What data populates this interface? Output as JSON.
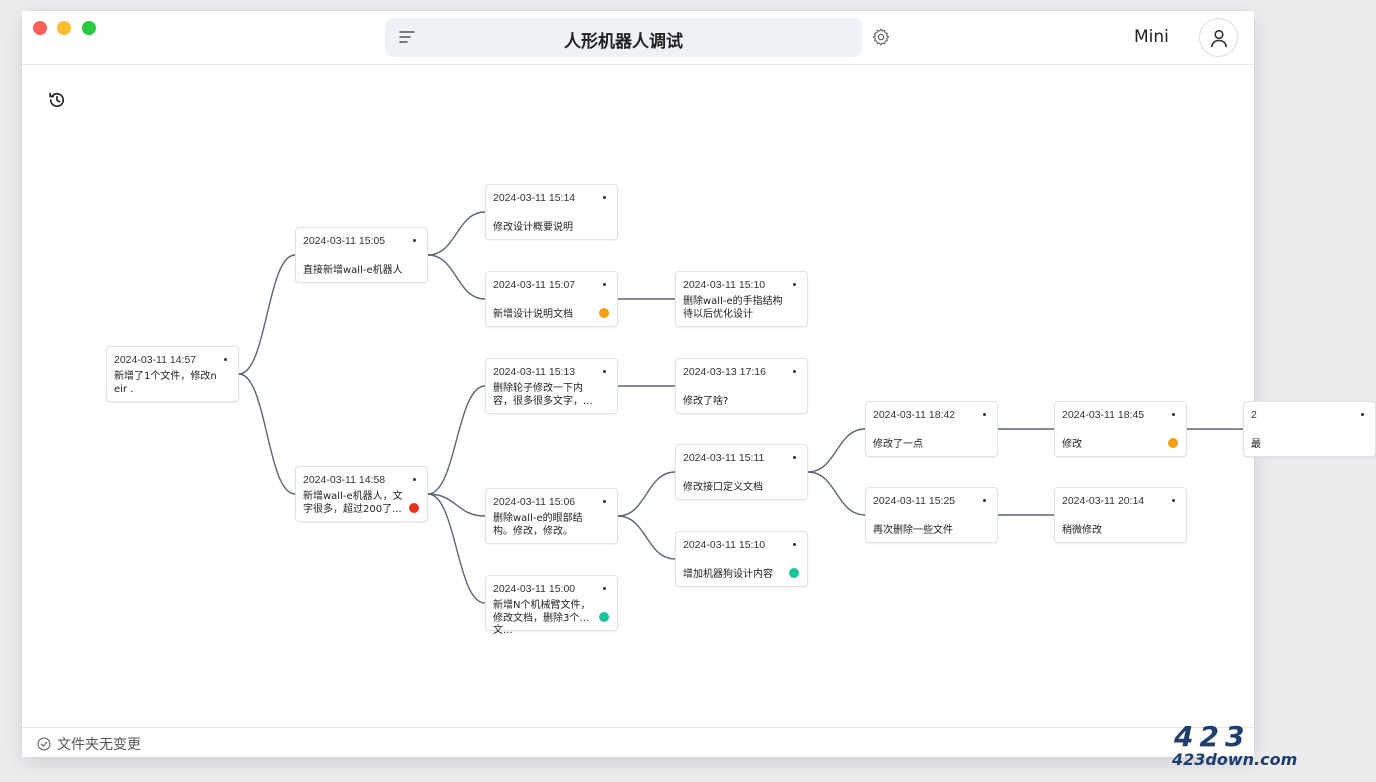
{
  "titlebar": {
    "document_title": "人形机器人调试",
    "mini_label": "Mini",
    "icons": {
      "menu": "menu-icon",
      "settings": "gear-icon",
      "user": "user-icon",
      "history": "history-icon"
    }
  },
  "graph": {
    "nodes": [
      {
        "id": "n1",
        "time": "2024-03-11 14:57",
        "message": "新增了1个文件，修改n eir .",
        "status": null
      },
      {
        "id": "n2",
        "time": "2024-03-11 15:05",
        "message": "直接新增wall-e机器人",
        "status": null
      },
      {
        "id": "n3",
        "time": "2024-03-11 14:58",
        "message": "新增wall-e机器人，文字很多，超过200了...",
        "status": "red"
      },
      {
        "id": "n4",
        "time": "2024-03-11 15:14",
        "message": "修改设计概要说明",
        "status": null
      },
      {
        "id": "n5",
        "time": "2024-03-11 15:07",
        "message": "新增设计说明文档",
        "status": "orange"
      },
      {
        "id": "n6",
        "time": "2024-03-11 15:13",
        "message": "删除轮子修改一下内容，很多很多文字，...",
        "status": null
      },
      {
        "id": "n7",
        "time": "2024-03-11 15:06",
        "message": "删除wall-e的眼部结构。修改，修改。",
        "status": null
      },
      {
        "id": "n8",
        "time": "2024-03-11 15:00",
        "message": "新增N个机械臂文件，修改文档，删除3个文...",
        "status": "teal"
      },
      {
        "id": "n9",
        "time": "2024-03-11 15:10",
        "message": "删除wall-e的手指结构待以后优化设计",
        "status": null
      },
      {
        "id": "n10",
        "time": "2024-03-13 17:16",
        "message": "修改了啥?",
        "status": null
      },
      {
        "id": "n11",
        "time": "2024-03-11 15:11",
        "message": "修改接口定义文档",
        "status": null
      },
      {
        "id": "n12",
        "time": "2024-03-11 15:10",
        "message": "增加机器狗设计内容",
        "status": "teal"
      },
      {
        "id": "n13",
        "time": "2024-03-11 18:42",
        "message": "修改了一点",
        "status": null
      },
      {
        "id": "n14",
        "time": "2024-03-11 15:25",
        "message": "再次删除一些文件",
        "status": null
      },
      {
        "id": "n15",
        "time": "2024-03-11 18:45",
        "message": "修改",
        "status": "orange"
      },
      {
        "id": "n16",
        "time": "2024-03-11 20:14",
        "message": "稍微修改",
        "status": null
      },
      {
        "id": "n17",
        "time": "2",
        "message": "最",
        "status": null
      }
    ],
    "colors": {
      "red": "#e8321f",
      "orange": "#f5a014",
      "teal": "#19c4a0",
      "edge": "#5b6378"
    }
  },
  "footer": {
    "status_text": "文件夹无变更",
    "icon": "check-circle-icon"
  },
  "watermark": {
    "number": "423",
    "site": "423down.com"
  }
}
